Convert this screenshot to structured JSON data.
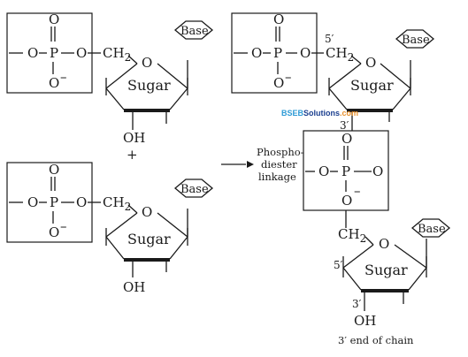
{
  "nucleotide": {
    "O": "O",
    "P": "P",
    "minus": "–",
    "CH2": "CH",
    "sub2": "2",
    "sugar": "Sugar",
    "base": "Base",
    "OH": "OH"
  },
  "plus": "+",
  "linkage_label": [
    "Phospho-",
    "diester",
    "linkage"
  ],
  "pos": {
    "five_prime": "5′",
    "three_prime": "3′"
  },
  "end_label": "3′ end of chain",
  "watermark": {
    "a": "BSEB",
    "b": "Solutions",
    "c": ".com"
  }
}
